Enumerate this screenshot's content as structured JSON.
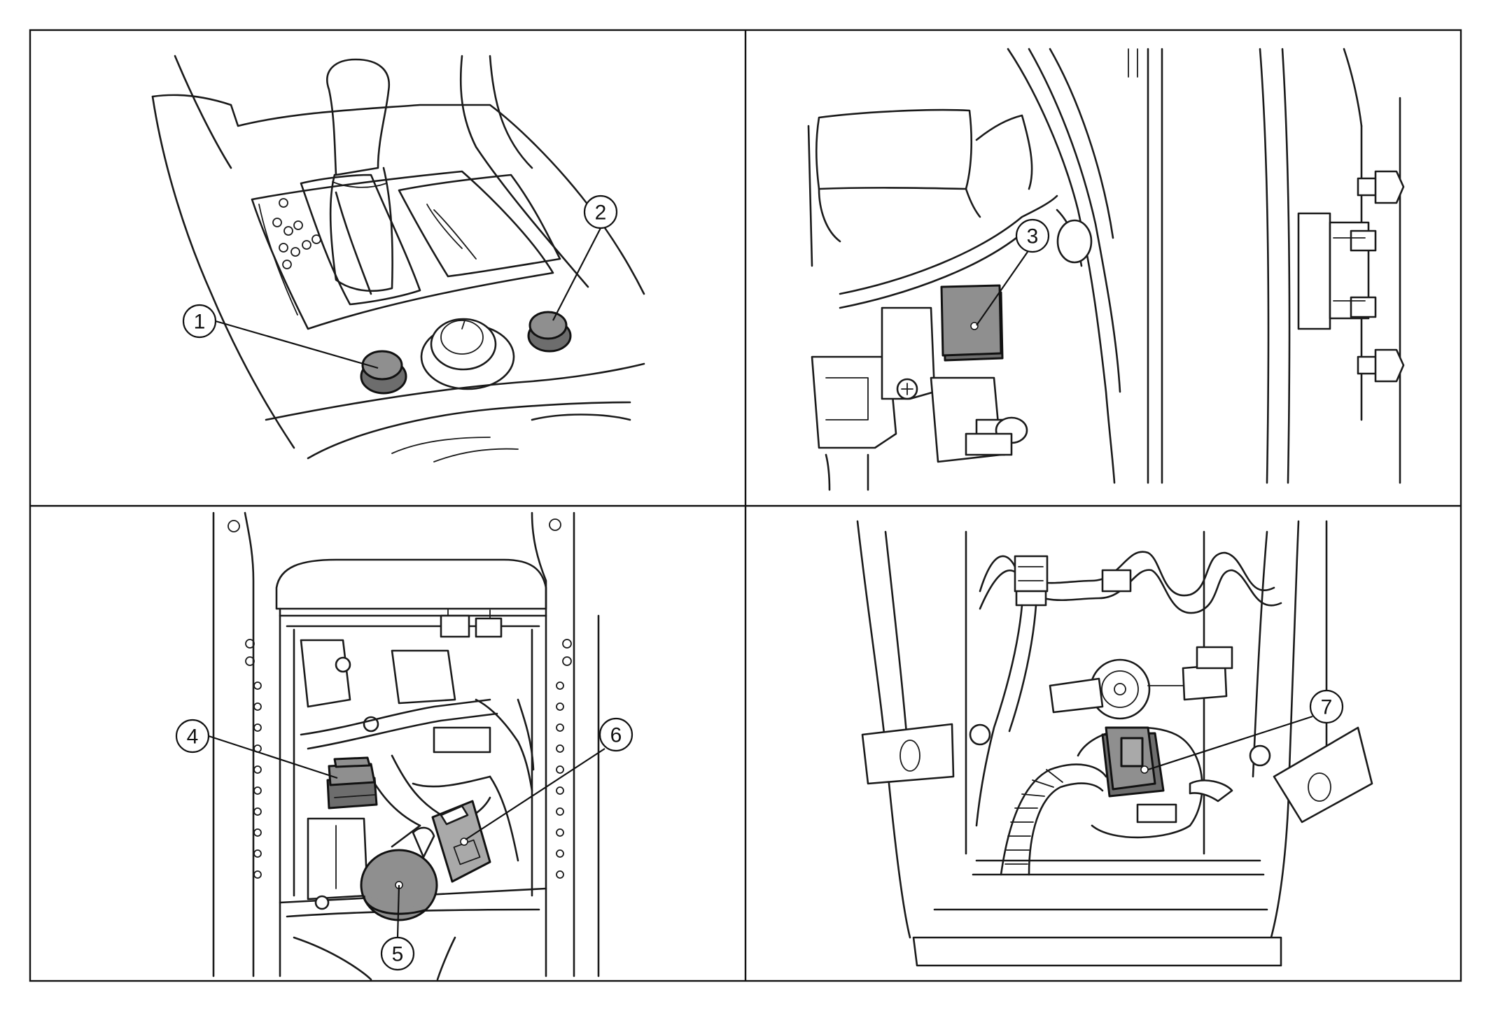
{
  "callouts": [
    {
      "id": "1",
      "label": "1"
    },
    {
      "id": "2",
      "label": "2"
    },
    {
      "id": "3",
      "label": "3"
    },
    {
      "id": "4",
      "label": "4"
    },
    {
      "id": "5",
      "label": "5"
    },
    {
      "id": "6",
      "label": "6"
    },
    {
      "id": "7",
      "label": "7"
    }
  ],
  "colors": {
    "line": "#1a1a1a",
    "component_fill": "#8f8f8f",
    "background": "#ffffff"
  }
}
